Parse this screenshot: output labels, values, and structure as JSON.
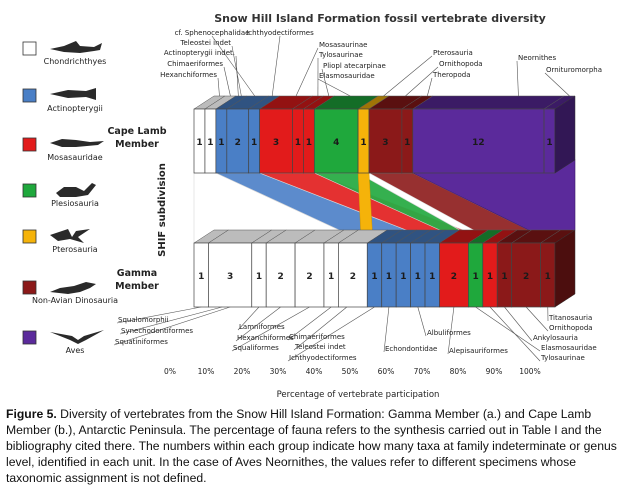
{
  "chart_data": {
    "type": "bar",
    "title": "Snow Hill Island Formation fossil vertebrate diversity",
    "xlabel": "Percentage of vertebrate participation",
    "ylabel": "SHIF subdivision",
    "x_ticks": [
      "0%",
      "10%",
      "20%",
      "30%",
      "40%",
      "50%",
      "60%",
      "70%",
      "80%",
      "90%",
      "100%"
    ],
    "xlim": [
      0,
      100
    ],
    "legend": {
      "placement": "left",
      "items": [
        {
          "name": "Chondrichthyes",
          "color": "#ffffff"
        },
        {
          "name": "Actinopterygii",
          "color": "#4a7fc6"
        },
        {
          "name": "Mosasauridae",
          "color": "#e21b1b"
        },
        {
          "name": "Plesiosauria",
          "color": "#1fa83c"
        },
        {
          "name": "Pterosauria",
          "color": "#f5b30a"
        },
        {
          "name": "Non-Avian Dinosauria",
          "color": "#8b1919"
        },
        {
          "name": "Aves",
          "color": "#5b2a9b"
        }
      ]
    },
    "rows": [
      {
        "name": "Cape Lamb Member",
        "segments": [
          {
            "group": "Chondrichthyes",
            "value": 1
          },
          {
            "group": "Chondrichthyes",
            "value": 1
          },
          {
            "group": "Actinopterygii",
            "value": 1
          },
          {
            "group": "Actinopterygii",
            "value": 2
          },
          {
            "group": "Actinopterygii",
            "value": 1
          },
          {
            "group": "Mosasauridae",
            "value": 3
          },
          {
            "group": "Mosasauridae",
            "value": 1
          },
          {
            "group": "Mosasauridae",
            "value": 1
          },
          {
            "group": "Plesiosauria",
            "value": 4
          },
          {
            "group": "Pterosauria",
            "value": 1
          },
          {
            "group": "Non-Avian Dinosauria",
            "value": 3
          },
          {
            "group": "Non-Avian Dinosauria",
            "value": 1
          },
          {
            "group": "Aves",
            "value": 12
          },
          {
            "group": "Aves",
            "value": 1
          }
        ],
        "labels_top": [
          "cf. Sphenocephalidae",
          "Ichthyodectiformes",
          "Teleostei indet",
          "Actinopterygii indet.",
          "Chimaeriformes",
          "Hexanchiformes",
          "Mosasaurinae",
          "Tylosaurinae",
          "Pliopl atecarpinae",
          "Elasmosauridae",
          "Pterosauria",
          "Ornithopoda",
          "Theropoda",
          "Neornithes",
          "Ornituromorpha"
        ]
      },
      {
        "name": "Gamma Member",
        "segments": [
          {
            "group": "Chondrichthyes",
            "value": 1
          },
          {
            "group": "Chondrichthyes",
            "value": 3
          },
          {
            "group": "Chondrichthyes",
            "value": 1
          },
          {
            "group": "Chondrichthyes",
            "value": 2
          },
          {
            "group": "Chondrichthyes",
            "value": 2
          },
          {
            "group": "Chondrichthyes",
            "value": 1
          },
          {
            "group": "Chondrichthyes",
            "value": 2
          },
          {
            "group": "Actinopterygii",
            "value": 1
          },
          {
            "group": "Actinopterygii",
            "value": 1
          },
          {
            "group": "Actinopterygii",
            "value": 1
          },
          {
            "group": "Actinopterygii",
            "value": 1
          },
          {
            "group": "Actinopterygii",
            "value": 1
          },
          {
            "group": "Mosasauridae",
            "value": 2
          },
          {
            "group": "Plesiosauria",
            "value": 1
          },
          {
            "group": "Mosasauridae",
            "value": 1
          },
          {
            "group": "Non-Avian Dinosauria",
            "value": 1
          },
          {
            "group": "Non-Avian Dinosauria",
            "value": 2
          },
          {
            "group": "Non-Avian Dinosauria",
            "value": 1
          }
        ],
        "labels_bottom_left": [
          "Squalomorphii",
          "Synechodontiformes",
          "Squatiniformes",
          "Lamniformes",
          "Hexanchiformes",
          "Squaliformes",
          "Chimaeriformes",
          "Teleostei indet",
          "Ichthyodectiformes",
          "Echondontidae",
          "Albuliformes",
          "Alepisauriformes"
        ],
        "labels_bottom_right": [
          "Titanosauria",
          "Ornithopoda",
          "Ankylosauria",
          "Elasmosauridae",
          "Tylosaurinae"
        ]
      }
    ]
  },
  "caption": {
    "label": "Figure 5.",
    "text": " Diversity of vertebrates from the Snow Hill Island Formation: Gamma Member (a.) and Cape Lamb Member (b.), Antarctic Peninsula. The percentage of fauna refers to the synthesis carried out in Table I and the bibliography cited there. The numbers within each group indicate how many taxa at family indeterminate or genus level, identified in each unit. In the case of Aves Neornithes, the values refer to different specimens whose taxonomic assignment is not defined."
  }
}
